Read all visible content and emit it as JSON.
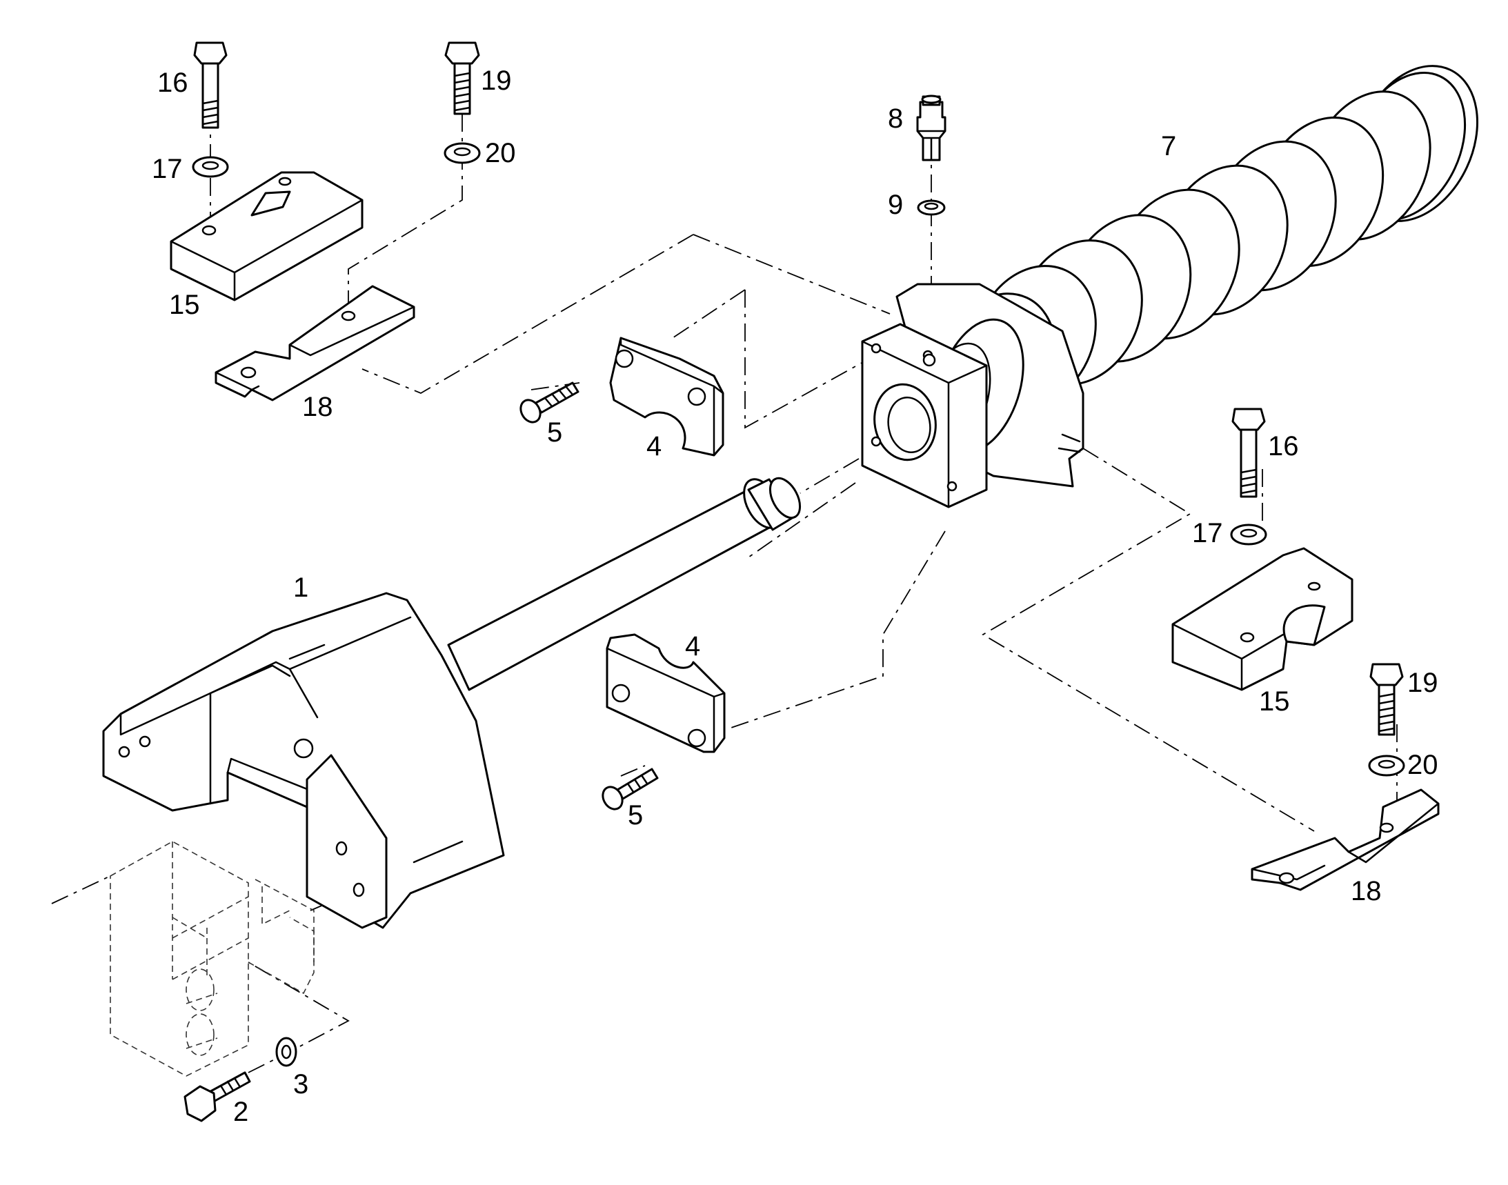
{
  "diagram": {
    "callouts": {
      "c1": "1",
      "c2": "2",
      "c3": "3",
      "c4a": "4",
      "c4b": "4",
      "c5a": "5",
      "c5b": "5",
      "c7": "7",
      "c8": "8",
      "c9": "9",
      "c15a": "15",
      "c15b": "15",
      "c16a": "16",
      "c16b": "16",
      "c17a": "17",
      "c17b": "17",
      "c18a": "18",
      "c18b": "18",
      "c19a": "19",
      "c19b": "19",
      "c20a": "20",
      "c20b": "20"
    }
  }
}
